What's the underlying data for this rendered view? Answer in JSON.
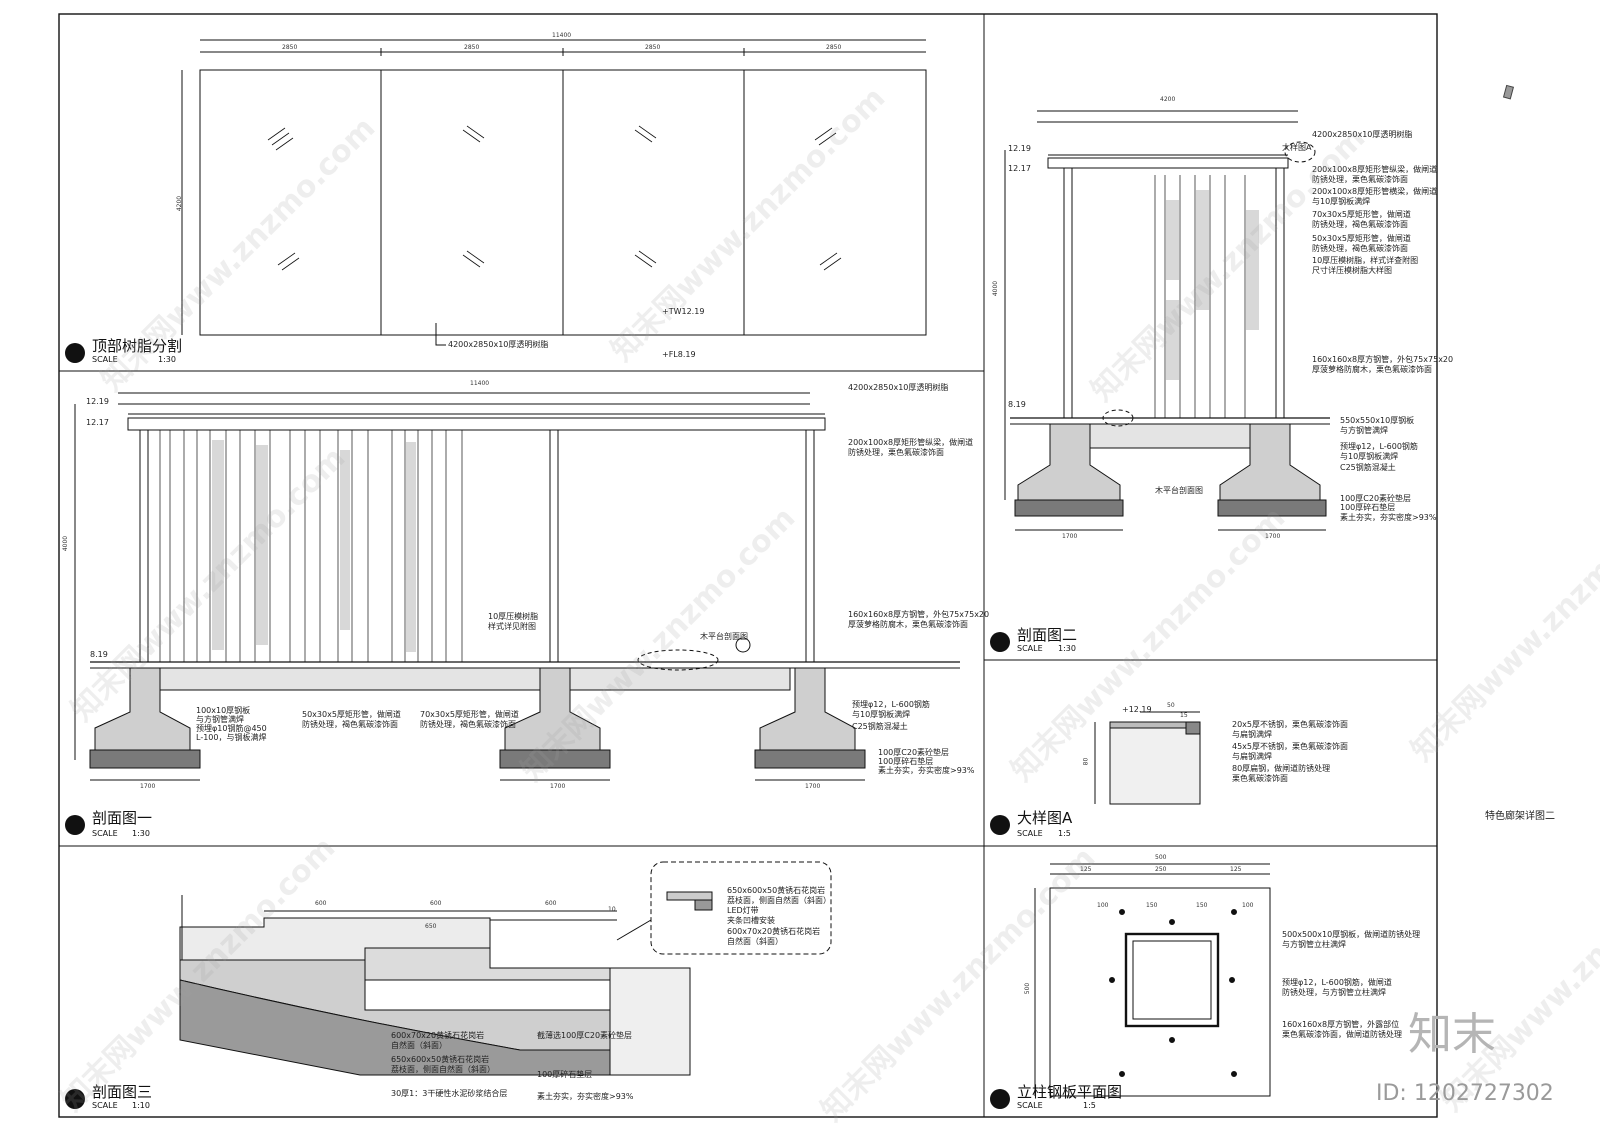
{
  "panels": {
    "roof": {
      "title": "顶部树脂分割",
      "scale_label": "SCALE",
      "scale_value": "1:30"
    },
    "section1": {
      "title": "剖面图一",
      "scale_label": "SCALE",
      "scale_value": "1:30"
    },
    "section2": {
      "title": "剖面图二",
      "scale_label": "SCALE",
      "scale_value": "1:30"
    },
    "detailA": {
      "title": "大样图A",
      "scale_label": "SCALE",
      "scale_value": "1:5"
    },
    "section3": {
      "title": "剖面图三",
      "scale_label": "SCALE",
      "scale_value": "1:10"
    },
    "plate": {
      "title": "立柱钢板平面图",
      "scale_label": "SCALE",
      "scale_value": "1:5"
    }
  },
  "sheet_title": "特色廊架详图二",
  "roof": {
    "overall": "11400",
    "bays": [
      "2850",
      "2850",
      "2850",
      "2850"
    ],
    "height": "4200",
    "note": "4200x2850x10厚透明树脂",
    "elev_top": "+TW12.19",
    "elev_floor": "+FL8.19"
  },
  "section1": {
    "overall": "11400",
    "elev_top": "12.19",
    "elev_mid": "12.17",
    "elev_floor": "8.19",
    "top_note": "4200x2850x10厚透明树脂",
    "notes_right": [
      "200x100x8厚矩形管纵梁，做闸道",
      "防锈处理，栗色氟碳漆饰面",
      "160x160x8厚方钢管，外包75x75x20",
      "厚菠萝格防腐木，栗色氟碳漆饰面",
      "预埋φ12，L-600钢筋",
      "与10厚钢板满焊",
      "C25钢筋混凝土",
      "100厚C20素砼垫层",
      "100厚碎石垫层",
      "素土夯实，夯实密度>93%"
    ],
    "resin_note": [
      "10厚压模树脂",
      "样式详见附图"
    ],
    "deck_label": "木平台剖面图",
    "bottom_notes": [
      [
        "100x10厚钢板",
        "与方钢管满焊",
        "预埋φ10钢筋@450",
        "L-100，与钢板满焊"
      ],
      [
        "50x30x5厚矩形管，做闸道",
        "防锈处理，褐色氟碳漆饰面"
      ],
      [
        "70x30x5厚矩形管，做闸道",
        "防锈处理，褐色氟碳漆饰面"
      ]
    ],
    "footing_width": "1700",
    "height": "4000"
  },
  "section2": {
    "overall": "4200",
    "elev_top": "12.19",
    "elev_mid": "12.17",
    "elev_floor": "8.19",
    "label_detail": "大样图A",
    "notes": [
      "4200x2850x10厚透明树脂",
      "200x100x8厚矩形管纵梁，做闸道",
      "防锈处理，栗色氟碳漆饰面",
      "200x100x8厚矩形管横梁，做闸道",
      "与10厚钢板满焊",
      "70x30x5厚矩形管，做闸道",
      "防锈处理，褐色氟碳漆饰面",
      "50x30x5厚矩形管，做闸道",
      "防锈处理，褐色氟碳漆饰面",
      "10厚压模树脂，样式详查附图",
      "尺寸详压模树脂大样图",
      "160x160x8厚方钢管，外包75x75x20",
      "厚菠萝格防腐木，栗色氟碳漆饰面",
      "550x550x10厚钢板",
      "与方钢管满焊",
      "预埋φ12，L-600钢筋",
      "与10厚钢板满焊",
      "C25钢筋混凝土",
      "100厚C20素砼垫层",
      "100厚碎石垫层",
      "素土夯实，夯实密度>93%"
    ],
    "deck_label": "木平台剖面图",
    "footing_width": "1700",
    "height": "4000"
  },
  "detailA": {
    "elev": "+12.19",
    "dims": [
      "50",
      "15"
    ],
    "height_dim": "80",
    "notes": [
      "20x5厚不锈钢，栗色氟碳漆饰面",
      "与扁钢满焊",
      "45x5厚不锈钢，栗色氟碳漆饰面",
      "与扁钢满焊",
      "80厚扁钢，做闸道防锈处理",
      "栗色氟碳漆饰面"
    ]
  },
  "section3": {
    "dims": [
      "600",
      "600",
      "600",
      "10",
      "650"
    ],
    "callout": [
      "650x600x50黄锈石花岗岩",
      "荔枝面，侧面自然面（斜面）",
      "LED灯带",
      "夹条凹槽安装",
      "600x70x20黄锈石花岗岩",
      "自然面（斜面）"
    ],
    "notes_left": [
      "600x70x20黄锈石花岗岩",
      "自然面（斜面）",
      "650x600x50黄锈石花岗岩",
      "荔枝面，侧面自然面（斜面）",
      "30厚1：3干硬性水泥砂浆结合层"
    ],
    "notes_right": [
      "截薄选100厚C20素砼垫层",
      "100厚碎石垫层",
      "素土夯实，夯实密度>93%"
    ]
  },
  "plate": {
    "top_dims": [
      "125",
      "250",
      "125"
    ],
    "overall": "500",
    "inner_dims": [
      "100",
      "150",
      "150",
      "100"
    ],
    "notes": [
      "500x500x10厚钢板，做闸道防锈处理",
      "与方钢管立柱满焊",
      "预埋φ12，L-600钢筋，做闸道",
      "防锈处理，与方钢管立柱满焊",
      "160x160x8厚方钢管，外露部位",
      "栗色氟碳漆饰面，做闸道防锈处理"
    ]
  },
  "watermarks": [
    "知末网www.znzmo.com"
  ],
  "brand_logo": "知末",
  "id_label": "ID: 1202727302"
}
